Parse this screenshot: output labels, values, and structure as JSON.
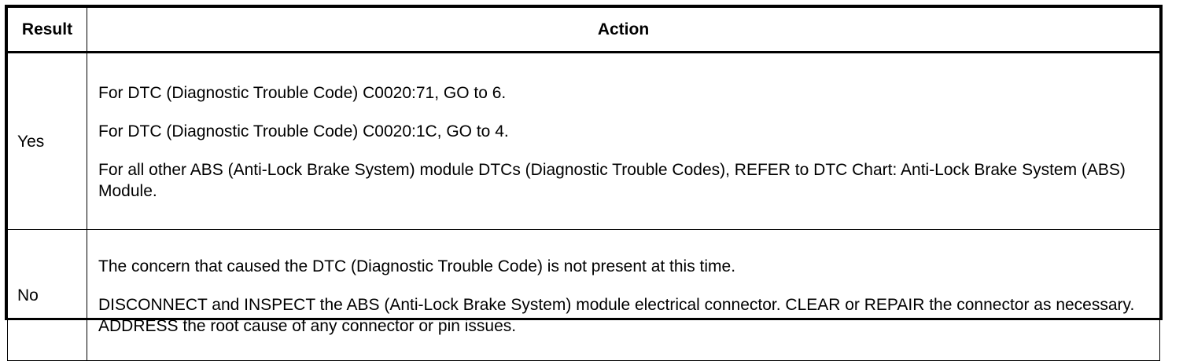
{
  "table": {
    "headers": {
      "result": "Result",
      "action": "Action"
    },
    "rows": [
      {
        "result": "Yes",
        "actions": [
          "For DTC (Diagnostic Trouble Code) C0020:71, GO to 6.",
          "For DTC (Diagnostic Trouble Code) C0020:1C, GO to 4.",
          "For all other ABS (Anti-Lock Brake System) module DTCs (Diagnostic Trouble Codes), REFER to DTC Chart: Anti-Lock Brake System (ABS) Module."
        ]
      },
      {
        "result": "No",
        "actions": [
          "The concern that caused the DTC (Diagnostic Trouble Code) is not present at this time.",
          "DISCONNECT and INSPECT the ABS (Anti-Lock Brake System) module electrical connector. CLEAR or REPAIR the connector as necessary. ADDRESS the root cause of any connector or pin issues."
        ]
      }
    ]
  }
}
